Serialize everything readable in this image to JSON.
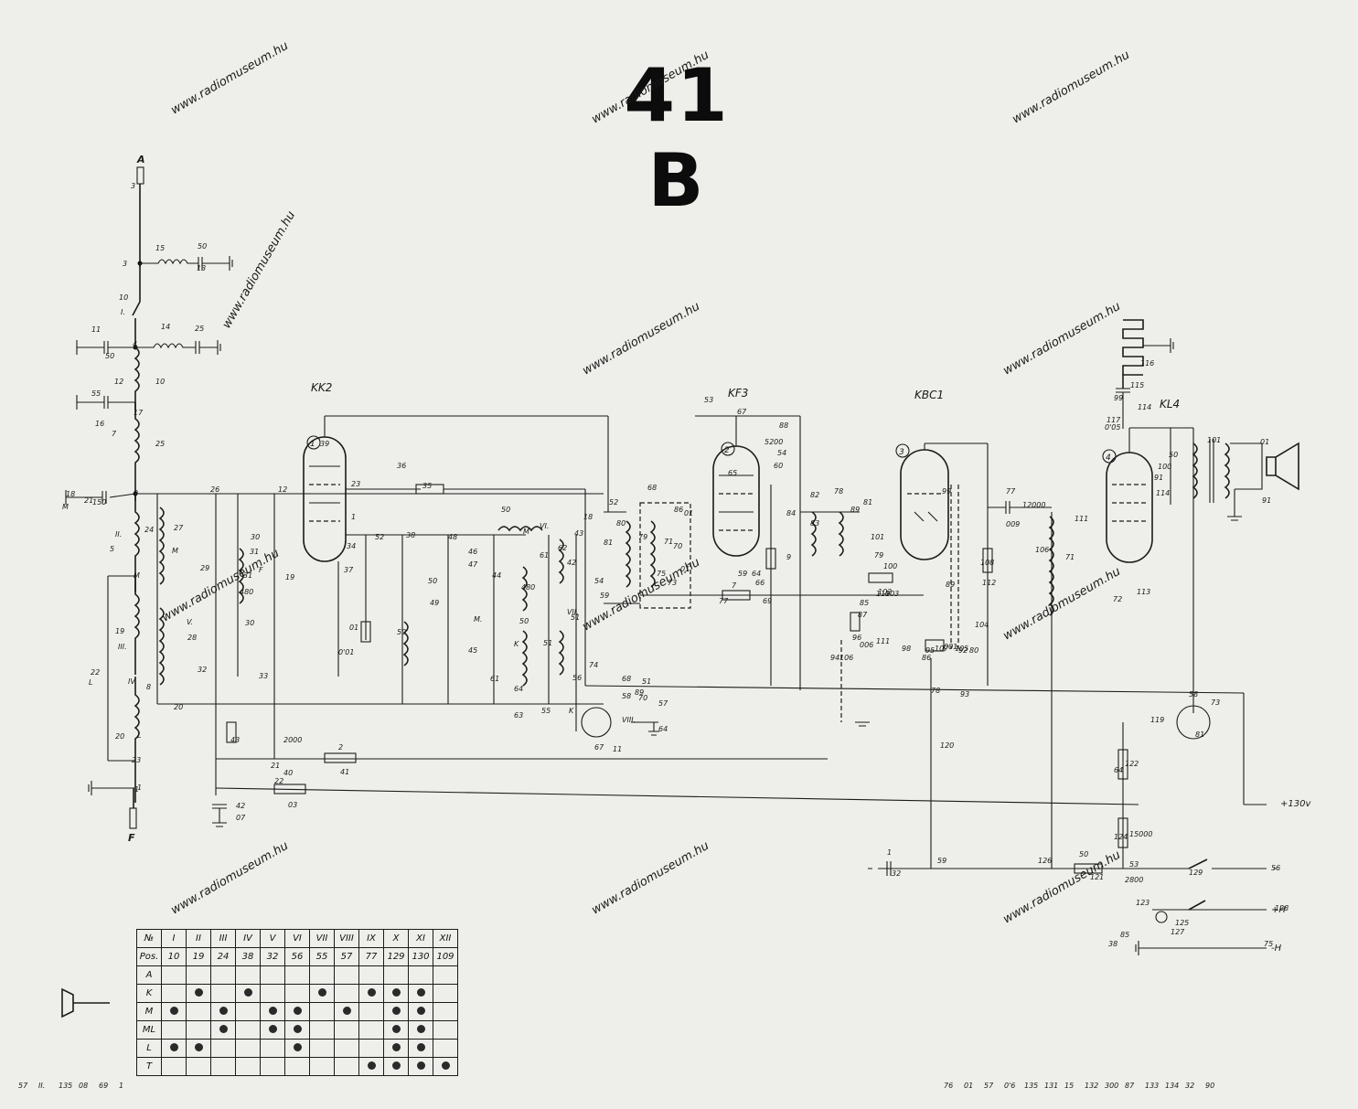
{
  "title": "41 B",
  "tubes": [
    {
      "type_label": "KK2",
      "ref": "1"
    },
    {
      "type_label": "KF3",
      "ref": "2"
    },
    {
      "type_label": "KBC1",
      "ref": "3"
    },
    {
      "type_label": "KL4",
      "ref": "4"
    }
  ],
  "terminals": {
    "antenna": "A",
    "earth": "F",
    "plus_130": "+130v",
    "minus": "-",
    "plus_h": "+H",
    "minus_h": "-H"
  },
  "labels": [
    "3",
    "3",
    "10",
    "I.",
    "11",
    "50",
    "4",
    "14",
    "25",
    "15",
    "50",
    "13",
    "12",
    "10",
    "55",
    "16",
    "17",
    "25",
    "7",
    "18",
    "M",
    "21",
    "150",
    "9",
    "II.",
    "5",
    "24",
    "M",
    "19",
    "III.",
    "22",
    "L",
    "IV.",
    "8",
    "20",
    "L",
    "23",
    "1",
    "1",
    "27",
    "M",
    "29",
    "26",
    "30",
    "31",
    "V.",
    "28",
    "31",
    "30",
    "32",
    "20",
    "12",
    "33",
    "21",
    "2000",
    "40",
    "2",
    "41",
    "22",
    "03",
    "42",
    "07",
    "43",
    "F",
    "19",
    "480",
    "39",
    "23",
    "1",
    "34",
    "36",
    "35",
    "37",
    "01",
    "0'01",
    "52",
    "38",
    "50",
    "48",
    "49",
    "46",
    "47",
    "45",
    "50",
    "M.",
    "50",
    "VI.",
    "480",
    "44",
    "M",
    "61",
    "50",
    "62",
    "43",
    "42",
    "K",
    "18",
    "54",
    "VII.",
    "51",
    "51",
    "61",
    "64",
    "63",
    "55",
    "K",
    "56",
    "74",
    "68",
    "89",
    "59",
    "58",
    "70",
    "VIII.",
    "11",
    "51",
    "57",
    "64",
    "67",
    "52",
    "53",
    "67",
    "88",
    "54",
    "60",
    "5200",
    "65",
    "59",
    "64",
    "7",
    "66",
    "69",
    "77",
    "68",
    "86",
    "01",
    "70",
    "71",
    "75",
    "73",
    "01",
    "80",
    "81",
    "79",
    "82",
    "83",
    "84",
    "9",
    "78",
    "81",
    "89",
    "101",
    "79",
    "102",
    "85",
    "100",
    "103",
    "99",
    "89",
    "95",
    "80",
    "78",
    "87",
    "96",
    "94",
    "98",
    "86",
    "001",
    "92",
    "93",
    "104",
    "105",
    "006",
    "106",
    "107",
    "110",
    "111",
    "77",
    "12000",
    "108",
    "112",
    "009",
    "106",
    "111",
    "71",
    "72",
    "113",
    "117",
    "116",
    "99",
    "115",
    "114",
    "91",
    "114",
    "0'05",
    "50",
    "100",
    "101",
    "01",
    "91",
    "73",
    "81",
    "58",
    "119",
    "120",
    "59",
    "1",
    "32",
    "126",
    "50",
    "121",
    "122",
    "64",
    "15000",
    "124",
    "53",
    "2800",
    "123",
    "125",
    "85",
    "127",
    "38",
    "129",
    "56",
    "128",
    "75",
    "76",
    "01",
    "57",
    "0'6",
    "135",
    "131",
    "15",
    "132",
    "300",
    "87",
    "133",
    "134",
    "32",
    "90",
    "57",
    "II.",
    "135",
    "08",
    "69",
    "1"
  ],
  "coil_table": {
    "header": [
      "№",
      "I",
      "II",
      "III",
      "IV",
      "V",
      "VI",
      "VII",
      "VIII",
      "IX",
      "X",
      "XI",
      "XII"
    ],
    "pos": [
      "Pos.",
      "10",
      "19",
      "24",
      "38",
      "32",
      "56",
      "55",
      "57",
      "77",
      "129",
      "130",
      "109"
    ],
    "rows": [
      {
        "label": "A",
        "cells": [
          0,
          0,
          0,
          0,
          0,
          0,
          0,
          0,
          0,
          0,
          0,
          0
        ]
      },
      {
        "label": "K",
        "cells": [
          0,
          1,
          0,
          1,
          0,
          0,
          1,
          0,
          1,
          1,
          1,
          0
        ]
      },
      {
        "label": "M",
        "cells": [
          1,
          0,
          1,
          0,
          1,
          1,
          0,
          1,
          0,
          1,
          1,
          0
        ]
      },
      {
        "label": "ML",
        "cells": [
          0,
          0,
          1,
          0,
          1,
          1,
          0,
          0,
          0,
          1,
          1,
          0
        ]
      },
      {
        "label": "L",
        "cells": [
          1,
          1,
          0,
          0,
          0,
          1,
          0,
          0,
          0,
          1,
          1,
          0
        ]
      },
      {
        "label": "T",
        "cells": [
          0,
          0,
          0,
          0,
          0,
          0,
          0,
          0,
          1,
          1,
          1,
          1
        ]
      }
    ]
  },
  "watermark": "www.radiomuseum.hu"
}
